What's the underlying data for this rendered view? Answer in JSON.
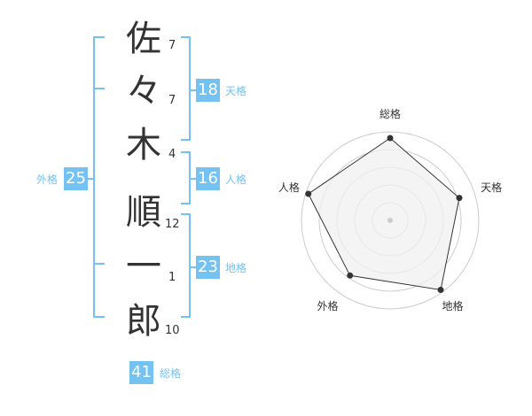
{
  "name": {
    "chars": [
      {
        "char": "佐",
        "strokes": "7"
      },
      {
        "char": "々",
        "strokes": "7"
      },
      {
        "char": "木",
        "strokes": "4"
      },
      {
        "char": "順",
        "strokes": "12"
      },
      {
        "char": "一",
        "strokes": "1"
      },
      {
        "char": "郎",
        "strokes": "10"
      }
    ]
  },
  "kaku": {
    "tenkaku": {
      "value": "18",
      "label": "天格"
    },
    "jinkaku": {
      "value": "16",
      "label": "人格"
    },
    "chikaku": {
      "value": "23",
      "label": "地格"
    },
    "gaikaku": {
      "value": "25",
      "label": "外格"
    },
    "soukaku": {
      "value": "41",
      "label": "総格"
    }
  },
  "colors": {
    "accent": "#74c2f2",
    "text": "#333333",
    "radar_fill": "#f0f0f0",
    "grid": "#cccccc"
  },
  "chart_data": {
    "type": "radar",
    "axes": [
      "総格",
      "天格",
      "地格",
      "外格",
      "人格"
    ],
    "values": [
      0.93,
      0.82,
      0.97,
      0.77,
      0.97
    ],
    "max": 1,
    "rings": 5
  }
}
